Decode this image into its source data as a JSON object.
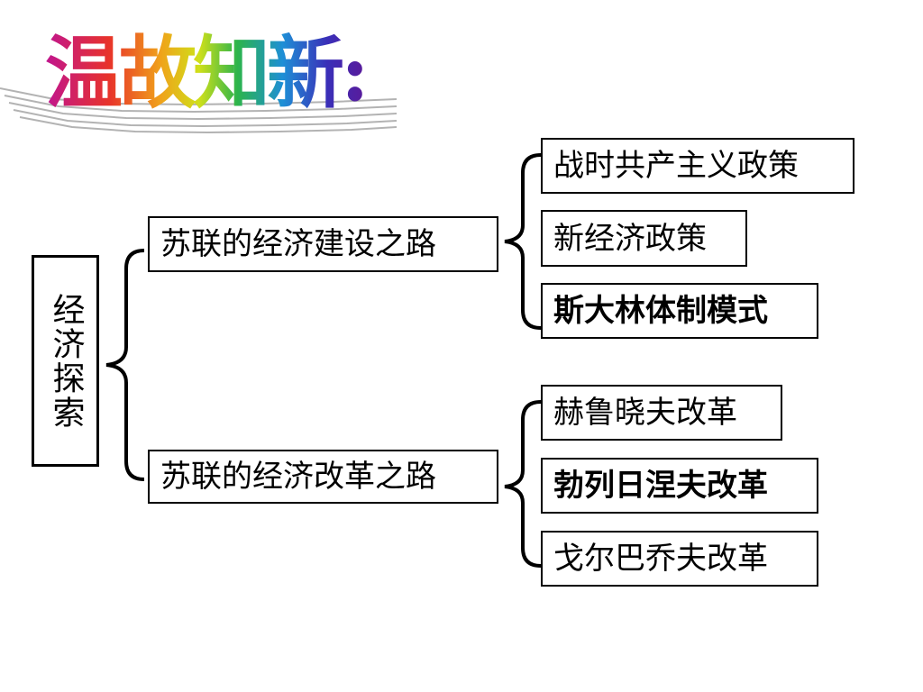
{
  "title": "温故知新:",
  "root": {
    "label": "经济探索"
  },
  "branches": [
    {
      "label": "苏联的经济建设之路",
      "items": [
        "战时共产主义政策",
        "新经济政策",
        "斯大林体制模式"
      ]
    },
    {
      "label": "苏联的经济改革之路",
      "items": [
        "赫鲁晓夫改革",
        "勃列日涅夫改革",
        "戈尔巴乔夫改革"
      ]
    }
  ],
  "colors": {
    "line": "#000000",
    "title_gradient": [
      "#c0158f",
      "#e8332a",
      "#f0a21a",
      "#cfe01a",
      "#2cb44c",
      "#1e8fd6",
      "#3a2fb8"
    ]
  }
}
